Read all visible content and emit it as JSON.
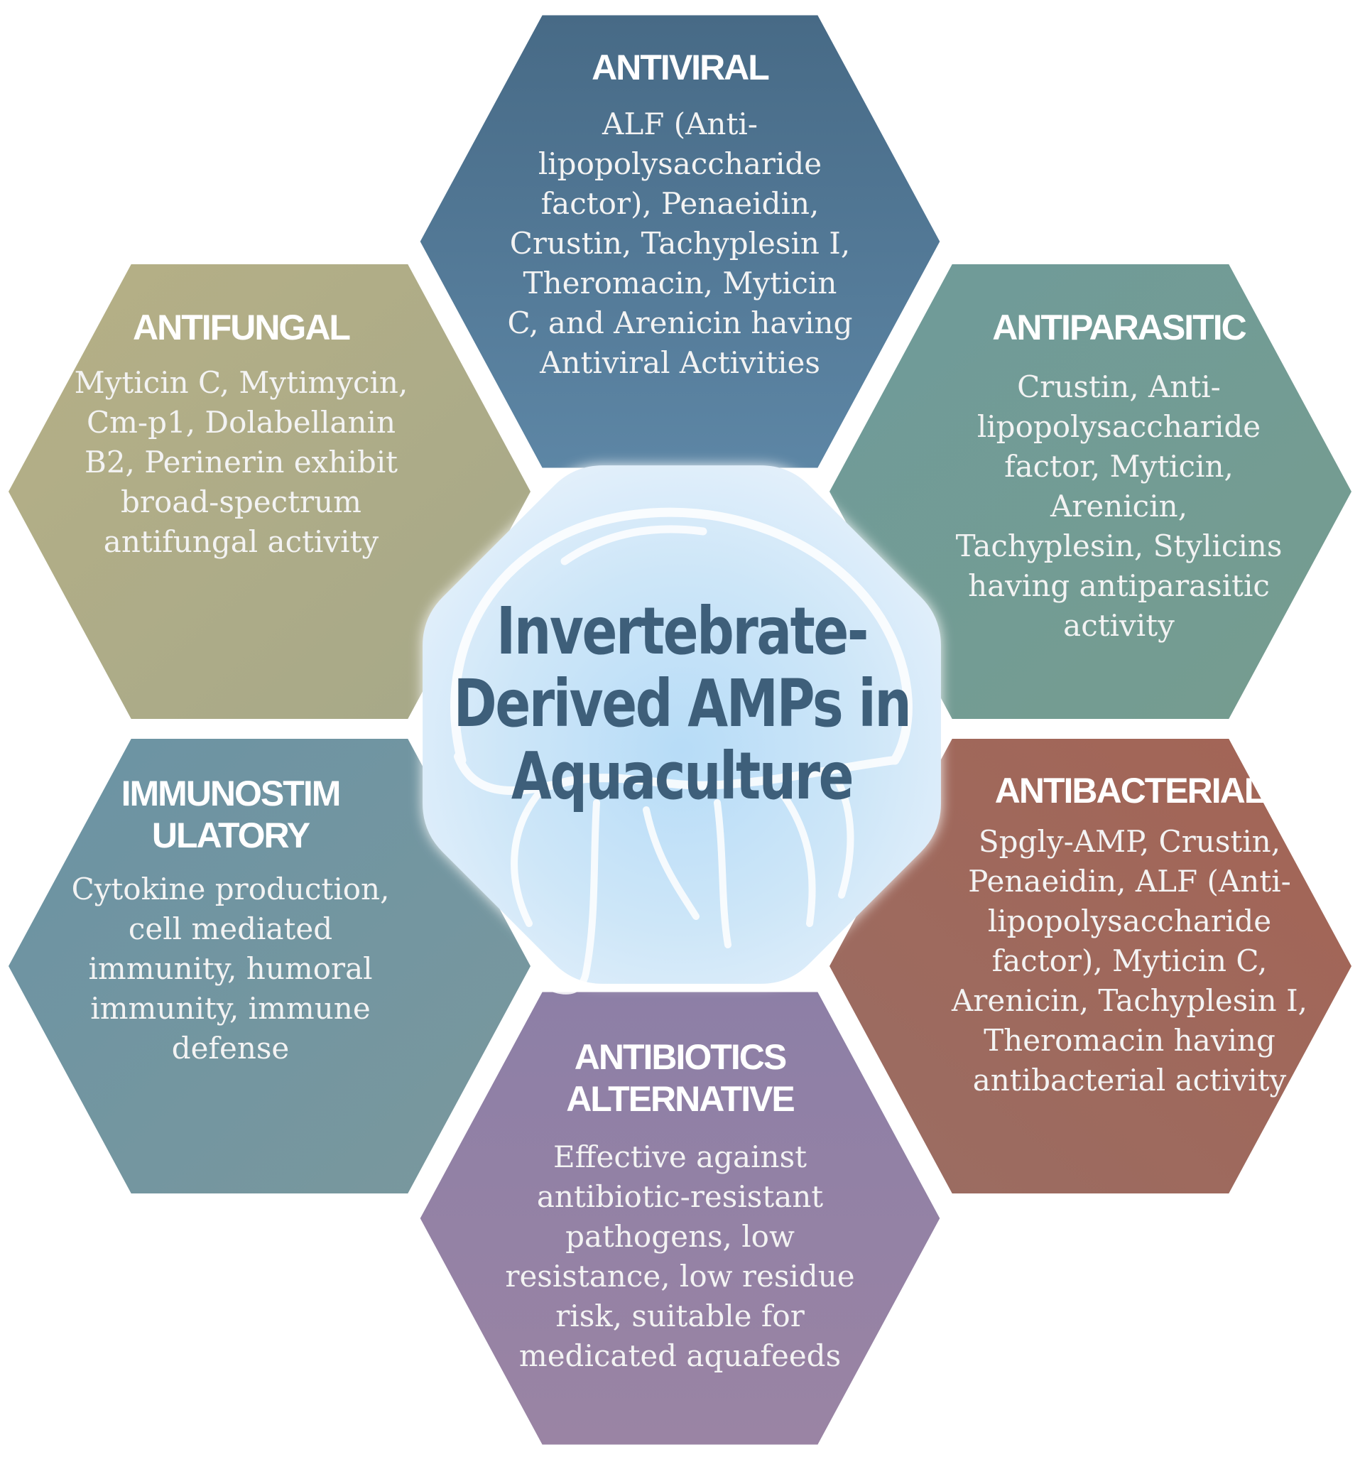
{
  "center": {
    "title": "Invertebrate-\nDerived AMPs in\nAquaculture",
    "icon": "jellyfish-icon",
    "color": "#3e5f7a"
  },
  "hexagons": [
    {
      "id": "antiviral",
      "title": "ANTIVIRAL",
      "body": "ALF (Anti-\nlipopolysaccharide\nfactor), Penaeidin,\nCrustin, Tachyplesin I,\nTheromacin, Myticin\nC, and Arenicin having\nAntiviral Activities",
      "color": "#4b6b86"
    },
    {
      "id": "antifungal",
      "title": "ANTIFUNGAL",
      "body": "Myticin C, Mytimycin,\nCm-p1, Dolabellanin\nB2, Perinerin exhibit\nbroad-spectrum\nantifungal activity",
      "color": "#b1ad85"
    },
    {
      "id": "antiparasitic",
      "title": "ANTIPARASITIC",
      "body": "Crustin, Anti-\nlipopolysaccharide\nfactor, Myticin,\nArenicin,\nTachyplesin, Stylicins\nhaving antiparasitic\nactivity",
      "color": "#6f9c97"
    },
    {
      "id": "immunostimulatory",
      "title": "IMMUNOSTIM\nULATORY",
      "body": "Cytokine production,\ncell mediated\nimmunity, humoral\nimmunity, immune\ndefense",
      "color": "#6d93a1"
    },
    {
      "id": "antibacterial",
      "title": "ANTIBACTERIAL",
      "body": "Spgly-AMP, Crustin,\nPenaeidin, ALF (Anti-\nlipopolysaccharide\nfactor), Myticin C,\nArenicin, Tachyplesin I,\nTheromacin having\nantibacterial activity",
      "color": "#a1665b"
    },
    {
      "id": "antibiotics-alternative",
      "title": "ANTIBIOTICS\nALTERNATIVE",
      "body": "Effective against\nantibiotic-resistant\npathogens,  low\nresistance, low residue\nrisk, suitable for\nmedicated aquafeeds",
      "color": "#8f7ea5"
    }
  ]
}
